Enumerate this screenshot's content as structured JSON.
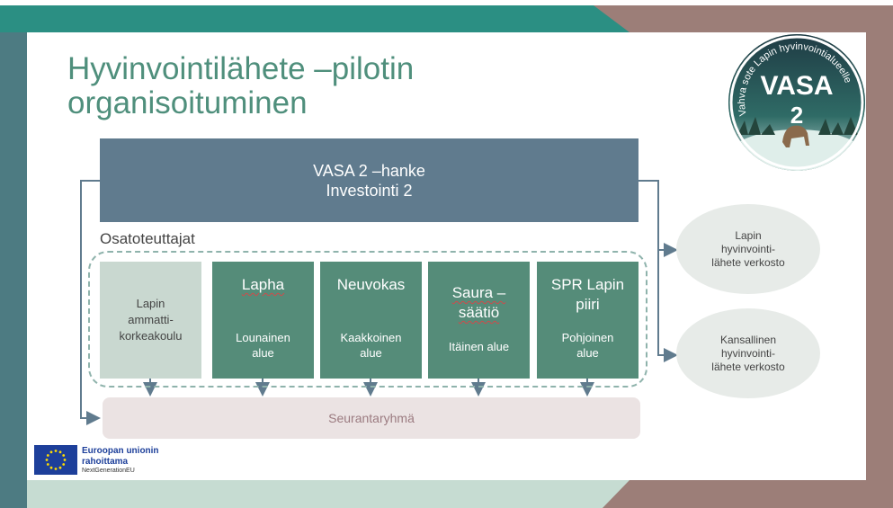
{
  "title_lines": [
    "Hyvinvointilähete –pilotin",
    "organisoituminen"
  ],
  "badge": {
    "ring_text": "Vahva sote Lapin hyvinvointialueelle",
    "big": "VASA",
    "number": "2"
  },
  "top_box": {
    "line1": "VASA 2 –hanke",
    "line2": "Investointi 2"
  },
  "partners_label": "Osatoteuttajat",
  "partners": [
    {
      "name": "Lapin ammatti-korkeakoulu",
      "name_lines": [
        "Lapin",
        "ammatti-",
        "korkeakoulu"
      ],
      "region_lines": []
    },
    {
      "name_lines": [
        "Lapha"
      ],
      "region_lines": [
        "Lounainen",
        "alue"
      ]
    },
    {
      "name_lines": [
        "Neuvokas"
      ],
      "region_lines": [
        "Kaakkoinen",
        "alue"
      ]
    },
    {
      "name_lines": [
        "Saura –",
        "säätiö"
      ],
      "region_lines": [
        "Itäinen alue"
      ]
    },
    {
      "name_lines": [
        "SPR Lapin",
        "piiri"
      ],
      "region_lines": [
        "Pohjoinen",
        "alue"
      ]
    }
  ],
  "monitoring_group": "Seurantaryhmä",
  "networks": [
    {
      "lines": [
        "Lapin",
        "hyvinvointi-",
        "lähete verkosto"
      ]
    },
    {
      "lines": [
        "Kansallinen",
        "hyvinvointi-",
        "lähete verkosto"
      ]
    }
  ],
  "eu": {
    "line1": "Euroopan unionin",
    "line2": "rahoittama",
    "line3": "NextGenerationEU"
  },
  "colors": {
    "title": "#4f8f7c",
    "top_box": "#607b8e",
    "partner_green": "#558c79",
    "partner_light": "#c9d8d0",
    "monitoring": "#ebe3e3",
    "oval": "#e7ebe8",
    "eu_blue": "#1d3f9a",
    "eu_yellow": "#ffdd00"
  }
}
